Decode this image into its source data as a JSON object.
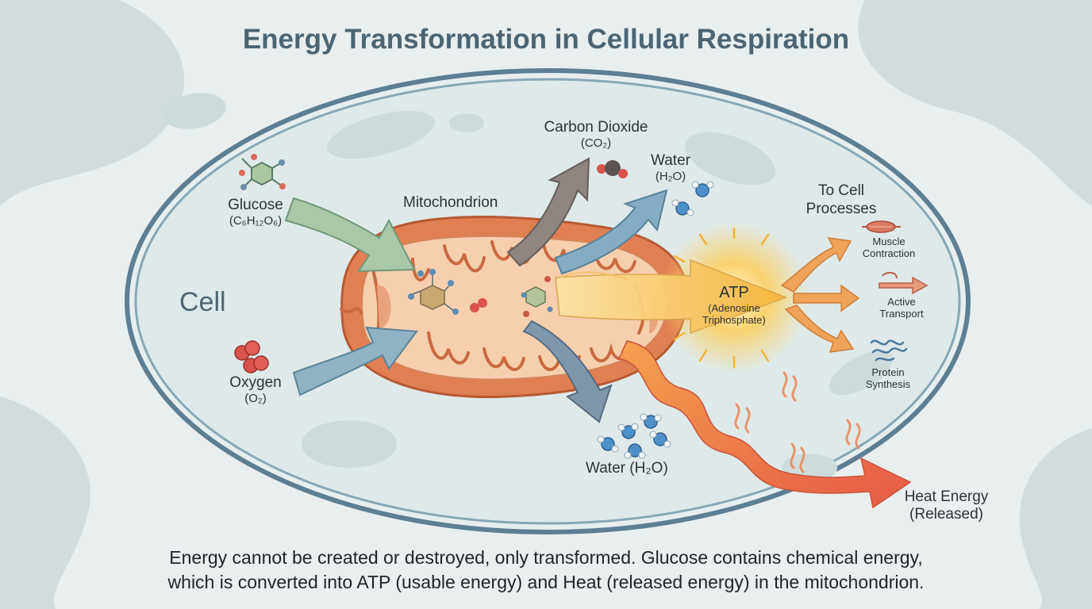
{
  "title": "Energy Transformation in Cellular Respiration",
  "cell_label": "Cell",
  "mitochondrion_label": "Mitochondrion",
  "inputs": {
    "glucose": {
      "name": "Glucose",
      "formula": "(C₆H₁₂O₆)"
    },
    "oxygen": {
      "name": "Oxygen",
      "formula": "(O₂)"
    }
  },
  "outputs": {
    "carbon_dioxide": {
      "name": "Carbon Dioxide",
      "formula": "(CO₂)"
    },
    "water_top": {
      "name": "Water",
      "formula": "(H₂O)"
    },
    "water_bottom": {
      "text": "Water (H₂O)"
    },
    "atp": {
      "name": "ATP",
      "full_line1": "(Adenosine",
      "full_line2": "Triphosphate)"
    },
    "heat": {
      "line1": "Heat Energy",
      "line2": "(Released)"
    }
  },
  "cell_processes": {
    "heading_line1": "To Cell",
    "heading_line2": "Processes",
    "items": [
      {
        "line1": "Muscle",
        "line2": "Contraction",
        "icon": "muscle-icon"
      },
      {
        "line1": "Active",
        "line2": "Transport",
        "icon": "transport-arrow-icon"
      },
      {
        "line1": "Protein",
        "line2": "Synthesis",
        "icon": "protein-strand-icon"
      }
    ]
  },
  "caption": {
    "line1": "Energy cannot be created or destroyed, only transformed. Glucose contains chemical energy,",
    "line2": "which is converted into ATP (usable energy) and Heat (released energy) in the mitochondrion."
  },
  "colors": {
    "background": "#e9eeee",
    "cell_fill": "#dfe9e9",
    "membrane": "#5c7f92",
    "mitochondrion": "#e07f52",
    "glucose_arrow": "#a9c8a8",
    "oxygen_arrow": "#8fb2c4",
    "co2_arrow": "#8e8580",
    "water_arrow": "#85acc5",
    "atp_glow": "#f8c953",
    "process_arrow": "#f0a35a",
    "heat_arrow": "#e8694a"
  }
}
